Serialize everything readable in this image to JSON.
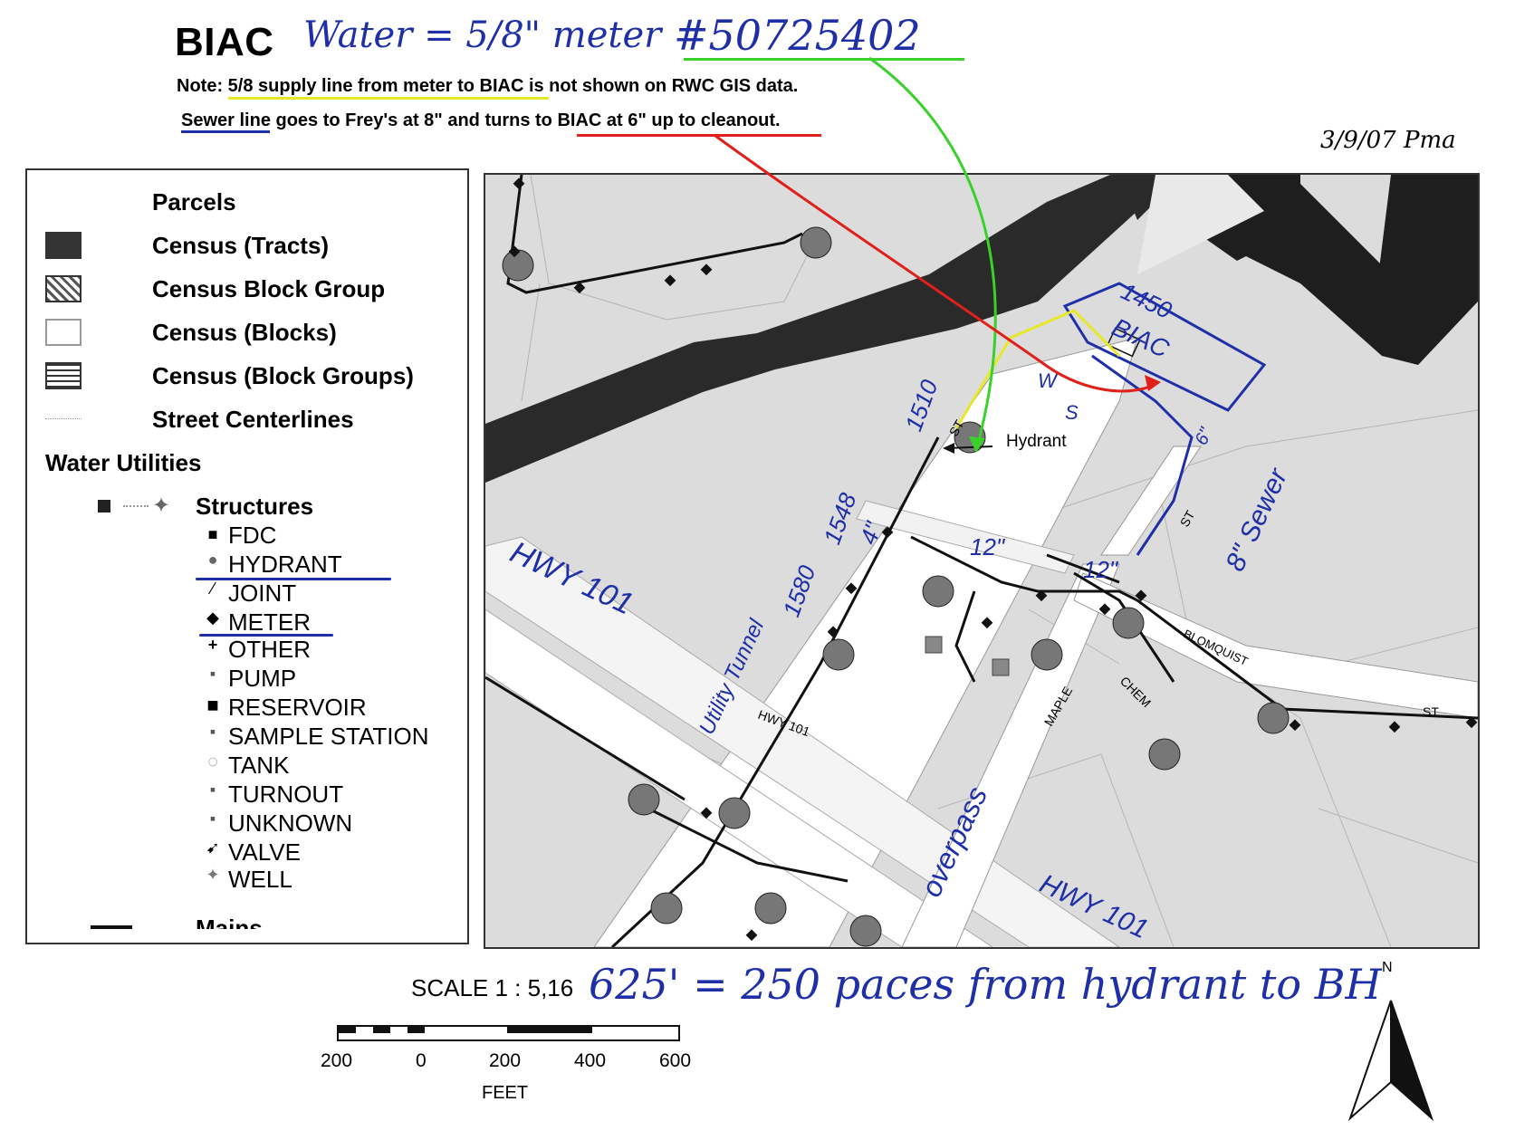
{
  "header": {
    "title": "BIAC",
    "water_note": "Water = 5/8\" meter",
    "meter_number": "#50725402",
    "note_line1": "Note: 5/8 supply line from meter to BIAC is not shown on RWC GIS data.",
    "note_line2": "Sewer line goes to Frey's at 8\" and turns to BIAC at 6\" up to cleanout.",
    "date_initials": "3/9/07 Pma"
  },
  "legend": {
    "parcels": "Parcels",
    "census_tracts": "Census (Tracts)",
    "census_block_group": "Census Block Group",
    "census_blocks": "Census (Blocks)",
    "census_block_groups": "Census (Block Groups)",
    "street_centerlines": "Street Centerlines",
    "water_utilities": "Water Utilities",
    "structures": "Structures",
    "structure_items": [
      "FDC",
      "HYDRANT",
      "JOINT",
      "METER",
      "OTHER",
      "PUMP",
      "RESERVOIR",
      "SAMPLE STATION",
      "TANK",
      "TURNOUT",
      "UNKNOWN",
      "VALVE",
      "WELL"
    ],
    "mains": "Mains"
  },
  "map": {
    "hydrant_label": "Hydrant",
    "building_label": "BIAC",
    "building_number": "1450",
    "addr_1510": "1510",
    "addr_1548": "1548",
    "addr_1580": "1580",
    "pipe_4": "4\"",
    "pipe_12a": "12\"",
    "pipe_12b": "12\"",
    "pipe_6": "6\"",
    "sewer_label": "8\" Sewer",
    "hwy_101_left": "HWY 101",
    "hwy_101_bottom": "HWY 101",
    "utility_tunnel": "Utility Tunnel",
    "overpass": "overpass",
    "street_hwy101": "HWY 101",
    "street_maple": "MAPLE",
    "street_chem": "CHEM",
    "street_st1": "ST",
    "street_st2": "ST",
    "street_st3": "ST",
    "street_broad": "BLOMQUIST",
    "w_mark": "W",
    "s_mark": "S"
  },
  "scale": {
    "label": "SCALE 1 : 5,16",
    "ticks": [
      "200",
      "0",
      "200",
      "400",
      "600"
    ],
    "unit": "FEET"
  },
  "annotation": {
    "paces": "625' = 250 paces from hydrant to BH"
  },
  "north": {
    "label": "N"
  },
  "colors": {
    "ink_blue": "#1e2fa8",
    "arrow_green": "#39d12a",
    "arrow_red": "#e0201a",
    "supply_yellow": "#e8e82a"
  }
}
